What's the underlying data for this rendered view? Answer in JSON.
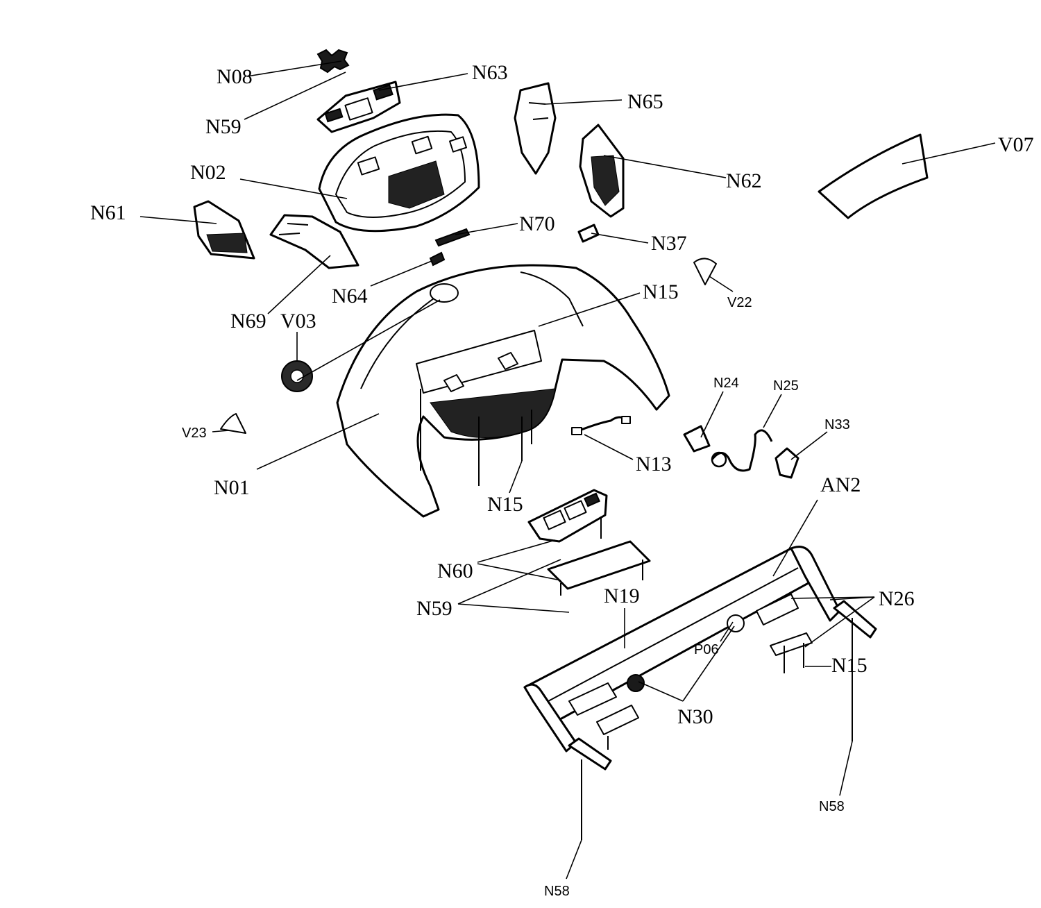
{
  "labels": {
    "n08": "N08",
    "n63": "N63",
    "n59_top": "N59",
    "n65": "N65",
    "v07": "V07",
    "n02": "N02",
    "n62": "N62",
    "n61": "N61",
    "n70": "N70",
    "n37": "N37",
    "n64": "N64",
    "n15_top": "N15",
    "v22": "V22",
    "n69": "N69",
    "v03": "V03",
    "n24": "N24",
    "n25": "N25",
    "n33": "N33",
    "v23": "V23",
    "n13": "N13",
    "n01": "N01",
    "n15_mid": "N15",
    "an2": "AN2",
    "n60": "N60",
    "n19": "N19",
    "n26": "N26",
    "n59_mid": "N59",
    "p06": "P06",
    "n15_right": "N15",
    "n30": "N30",
    "n58_right": "N58",
    "n58_bottom": "N58"
  }
}
